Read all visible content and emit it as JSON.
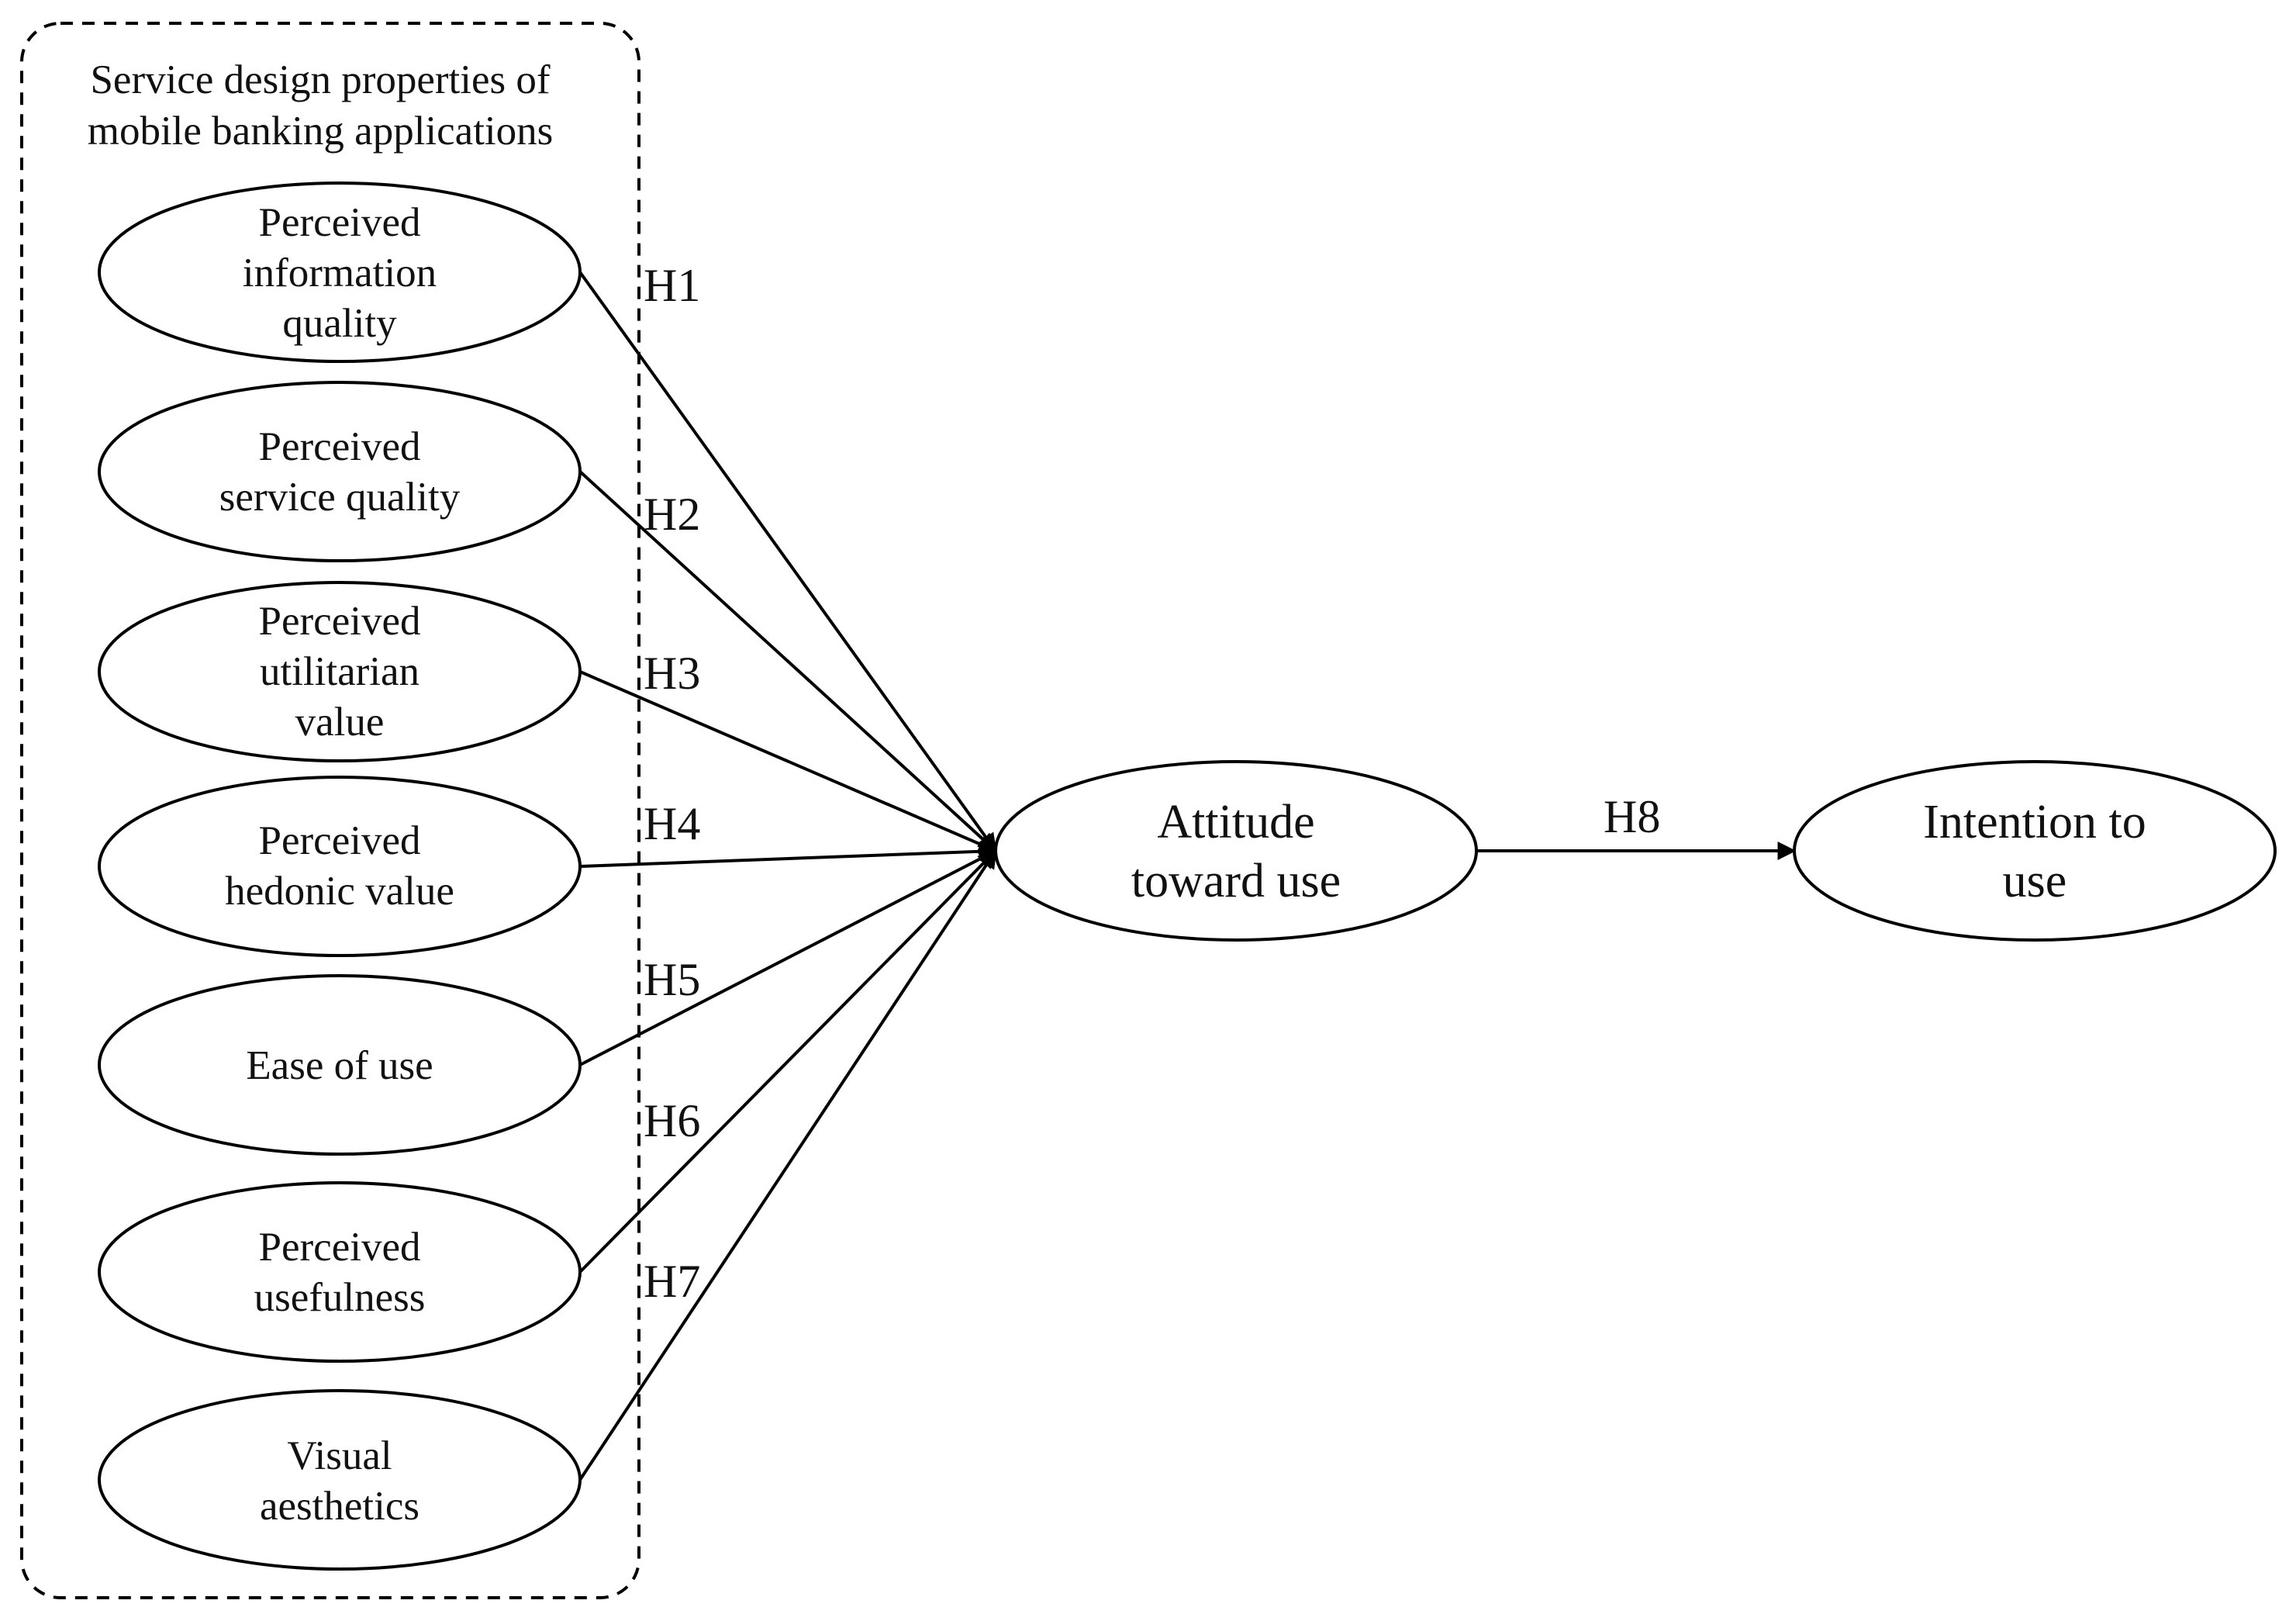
{
  "group": {
    "title_lines": [
      "Service design properties of",
      "mobile banking applications"
    ]
  },
  "nodes": {
    "pq_info": [
      "Perceived",
      "information",
      "quality"
    ],
    "pq_service": [
      "Perceived",
      "service quality"
    ],
    "pq_util": [
      "Perceived",
      "utilitarian",
      "value"
    ],
    "pq_hedonic": [
      "Perceived",
      "hedonic value"
    ],
    "ease": [
      "Ease of use"
    ],
    "usefulness": [
      "Perceived",
      "usefulness"
    ],
    "aesthetics": [
      "Visual",
      "aesthetics"
    ],
    "attitude": [
      "Attitude",
      "toward use"
    ],
    "intention": [
      "Intention to",
      "use"
    ]
  },
  "hypotheses": {
    "h1": "H1",
    "h2": "H2",
    "h3": "H3",
    "h4": "H4",
    "h5": "H5",
    "h6": "H6",
    "h7": "H7",
    "h8": "H8"
  },
  "edges": [
    {
      "from": "pq_info",
      "to": "attitude",
      "label": "h1"
    },
    {
      "from": "pq_service",
      "to": "attitude",
      "label": "h2"
    },
    {
      "from": "pq_util",
      "to": "attitude",
      "label": "h3"
    },
    {
      "from": "pq_hedonic",
      "to": "attitude",
      "label": "h4"
    },
    {
      "from": "ease",
      "to": "attitude",
      "label": "h5"
    },
    {
      "from": "usefulness",
      "to": "attitude",
      "label": "h6"
    },
    {
      "from": "aesthetics",
      "to": "attitude",
      "label": "h7"
    },
    {
      "from": "attitude",
      "to": "intention",
      "label": "h8"
    }
  ]
}
